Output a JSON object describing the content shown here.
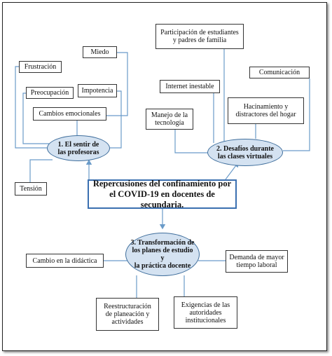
{
  "central": {
    "title": "Repercusiones del confinamiento por el COVID-19 en docentes de secundaria."
  },
  "groups": [
    {
      "label": "1. El sentir de\nlas profesoras",
      "items": [
        "Miedo",
        "Frustración",
        "Impotencia",
        "Preocupación",
        "Cambios emocionales",
        "Tensión"
      ]
    },
    {
      "label": "2. Desafíos durante\nlas clases virtuales",
      "items": [
        "Participación de estudiantes\ny padres de familia",
        "Comunicación",
        "Internet inestable",
        "Hacinamiento y\ndistractores del hogar",
        "Manejo de la\ntecnología"
      ]
    },
    {
      "label": "3. Transformación de\nlos planes de estudio y\nla práctica docente",
      "items": [
        "Cambio en la didáctica",
        "Demanda de mayor\ntiempo laboral",
        "Reestructuración\nde planeación y\nactividades",
        "Exigencias de las\nautoridades\ninstitucionales"
      ]
    }
  ],
  "colors": {
    "ellipse_fill": "#d4e2f1",
    "ellipse_border": "#3f6e9c",
    "connector": "#6a9bc9",
    "central_border": "#3a6fb0"
  }
}
